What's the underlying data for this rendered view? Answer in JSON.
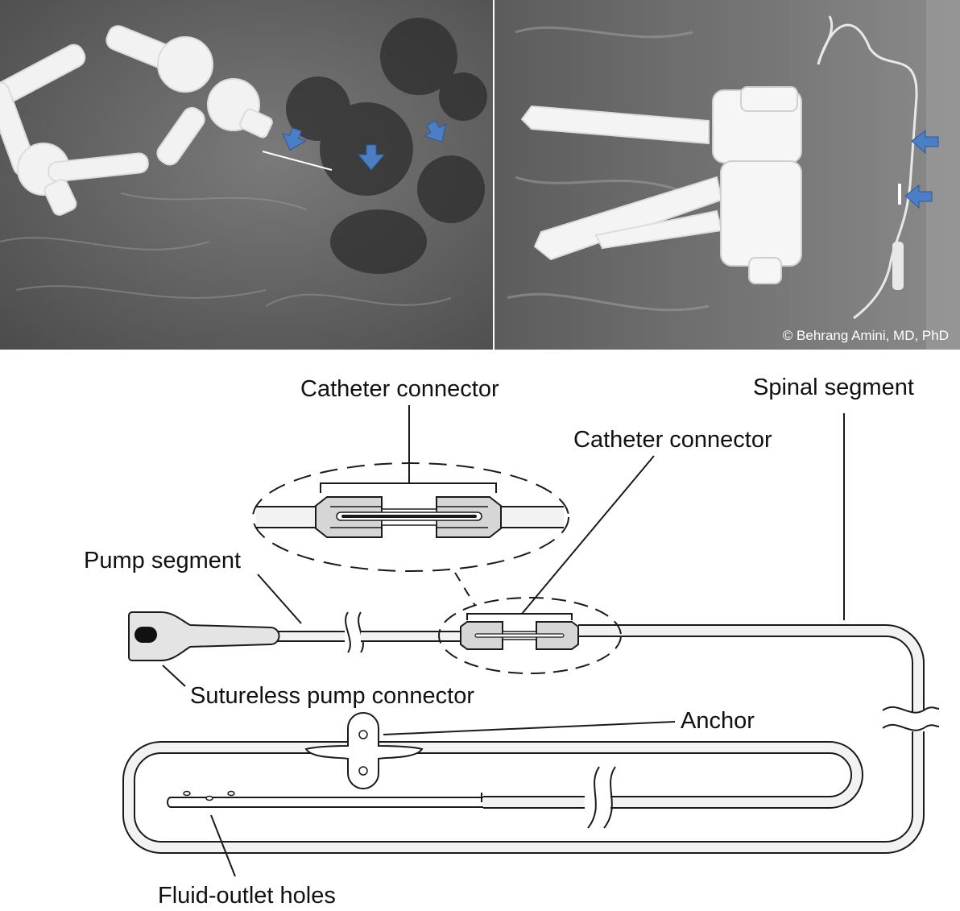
{
  "xray_left": {
    "arrow_color": "#4a7fc6",
    "arrow_icon": "down-arrow-icon"
  },
  "xray_right": {
    "arrow_color": "#4a7fc6",
    "arrow_icon": "left-arrow-icon",
    "credit": "© Behrang Amini, MD, PhD"
  },
  "diagram": {
    "labels": {
      "catheter_connector_top": "Catheter connector",
      "catheter_connector_mid": "Catheter connector",
      "spinal_segment": "Spinal segment",
      "pump_segment": "Pump segment",
      "sutureless_pump_connector": "Sutureless pump connector",
      "anchor": "Anchor",
      "fluid_outlet_holes": "Fluid-outlet holes"
    }
  }
}
